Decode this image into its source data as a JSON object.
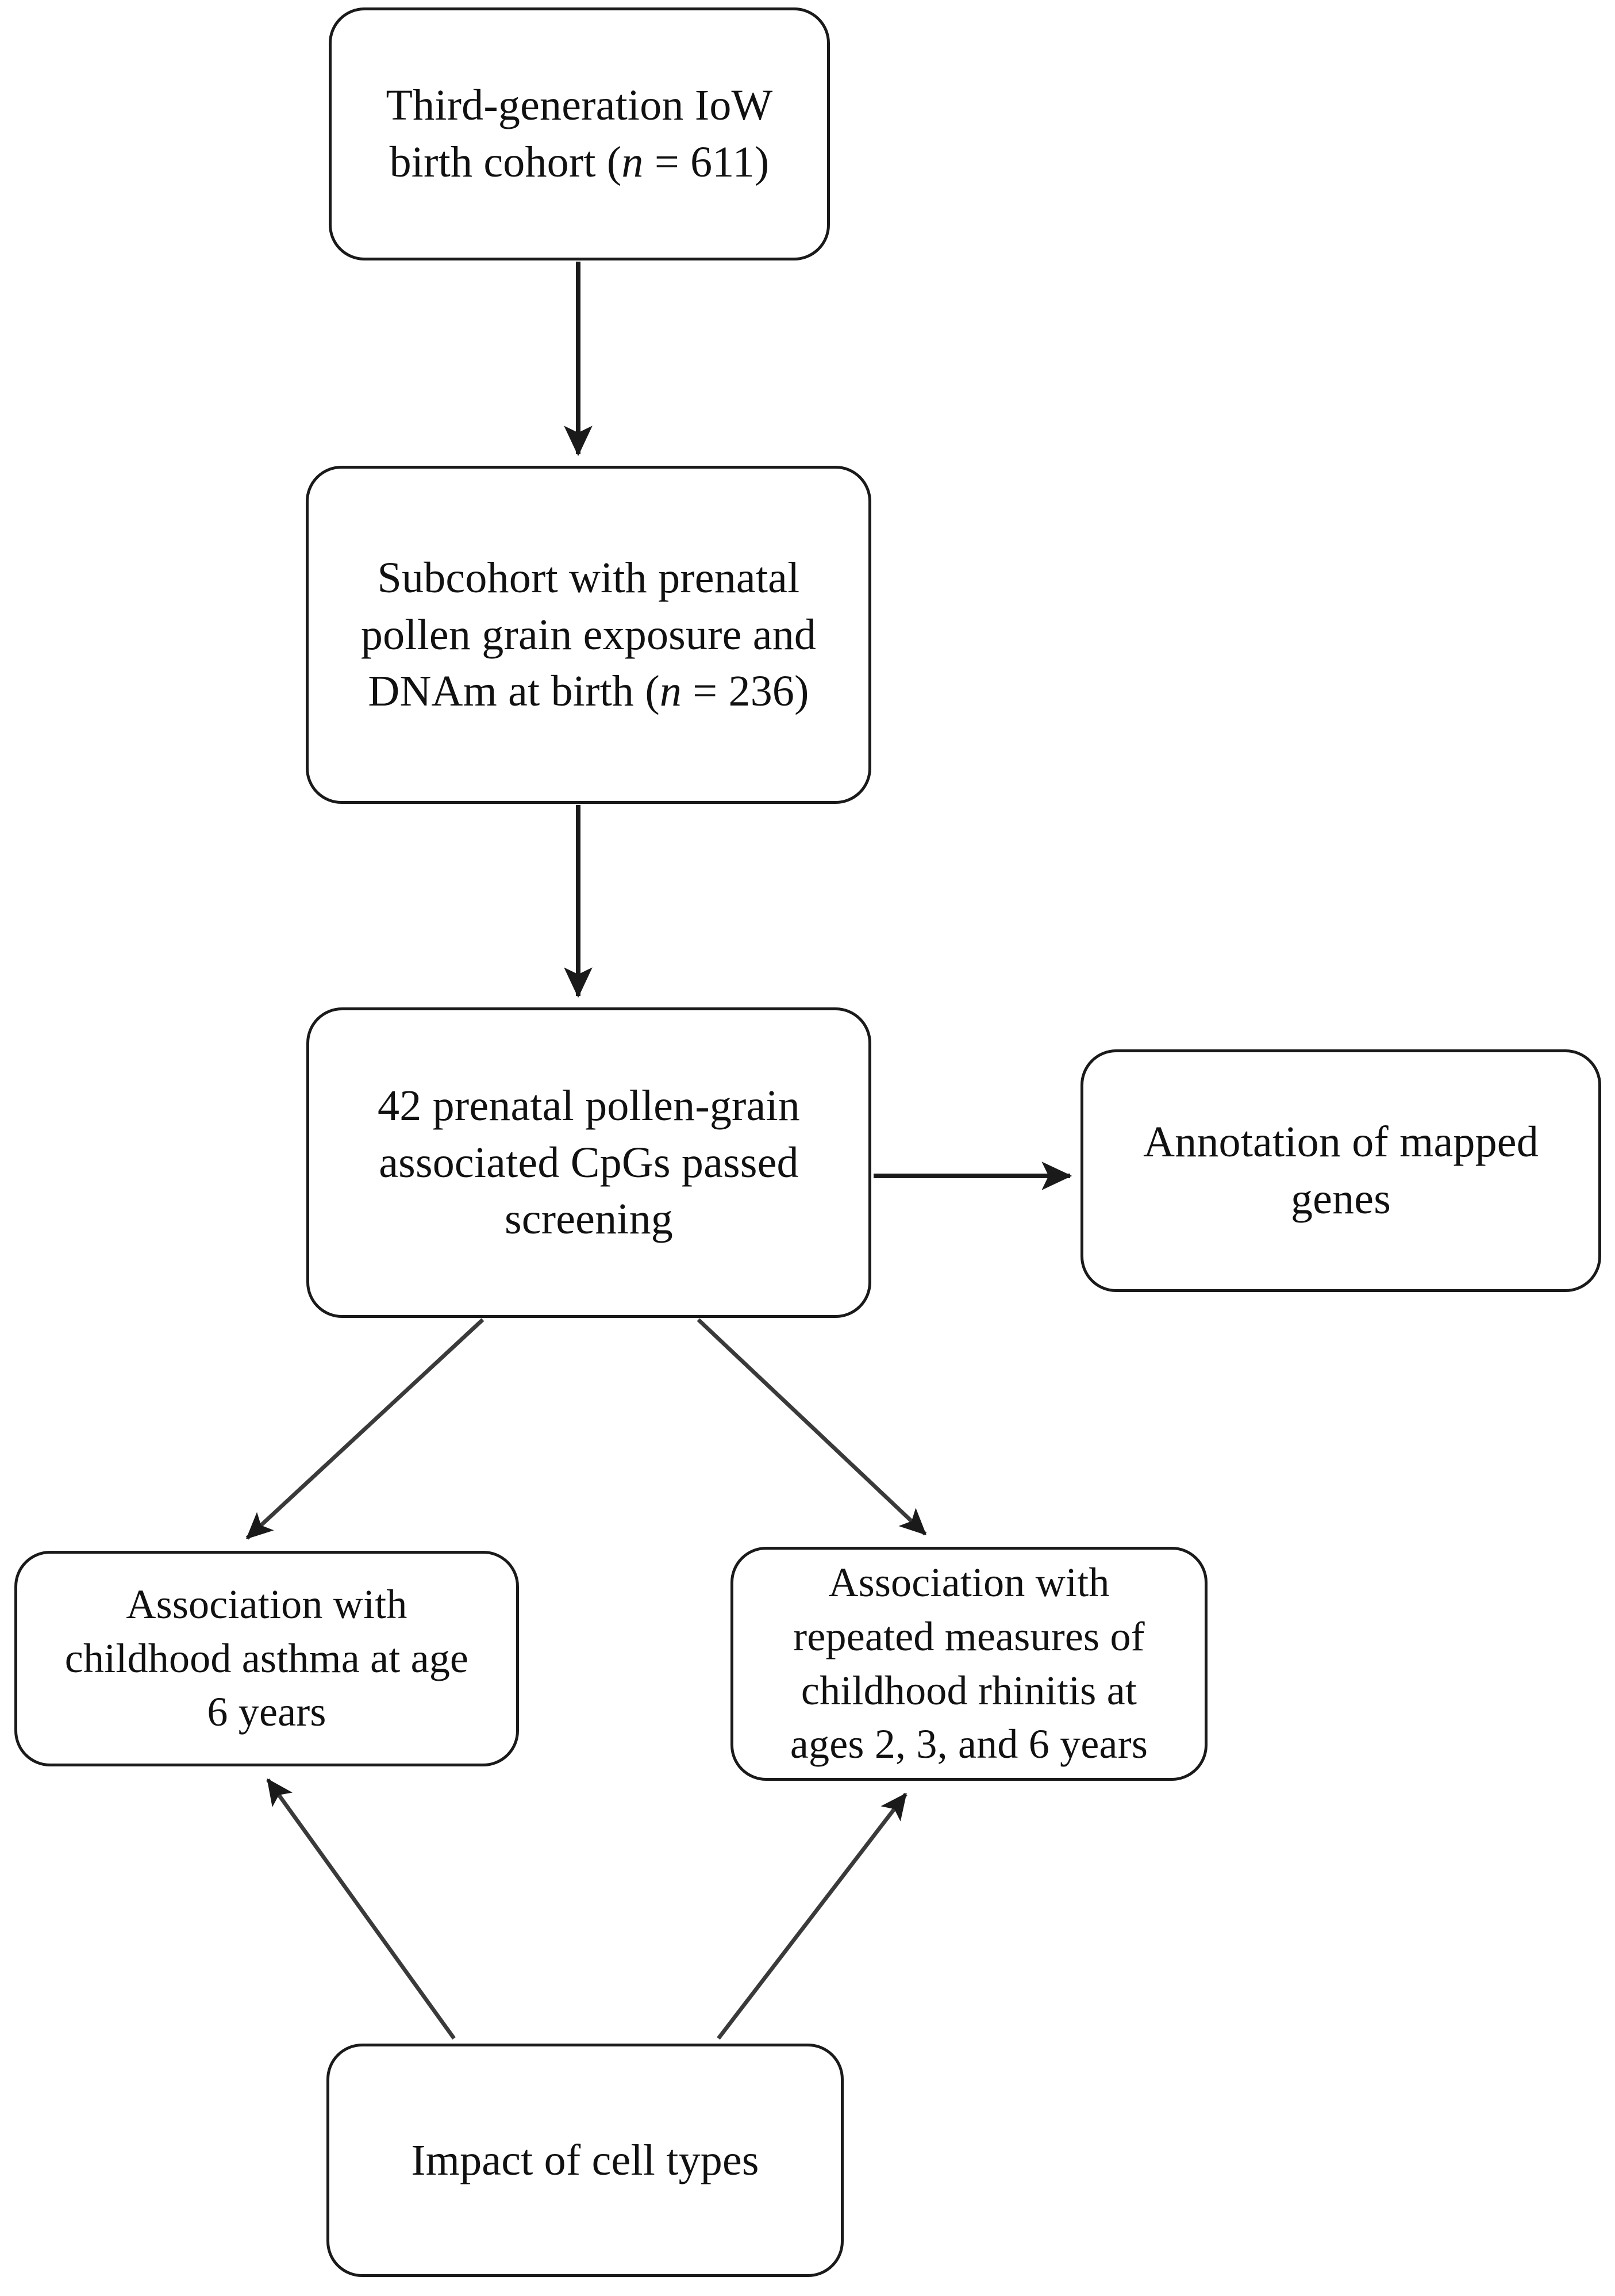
{
  "diagram": {
    "type": "flowchart",
    "title": "Study design flowchart of prenatal pollen-grain exposure, DNA methylation, and childhood allergic outcomes",
    "background_color": "#ffffff",
    "stroke_color": "#1a1a1a",
    "text_color": "#111111",
    "nodes": [
      {
        "id": "cohort",
        "name": "third-generation-cohort-node",
        "text": "Third-generation IoW\nbirth cohort (n = 611)",
        "sample_size": 611,
        "shape": "rounded-rectangle"
      },
      {
        "id": "subcohort",
        "name": "subcohort-node",
        "text": "Subcohort with prenatal\npollen grain exposure and\nDNAm at birth (n = 236)",
        "sample_size": 236,
        "shape": "rounded-rectangle"
      },
      {
        "id": "cpgs",
        "name": "screened-cpgs-node",
        "text": "42 prenatal pollen-grain\nassociated CpGs passed\nscreening",
        "cpg_count": 42,
        "shape": "rounded-rectangle"
      },
      {
        "id": "annotation",
        "name": "gene-annotation-node",
        "text": "Annotation of mapped\ngenes",
        "shape": "rounded-rectangle"
      },
      {
        "id": "asthma",
        "name": "asthma-association-node",
        "text": "Association with\nchildhood asthma at age\n6 years",
        "shape": "rounded-rectangle"
      },
      {
        "id": "rhinitis",
        "name": "rhinitis-association-node",
        "text": "Association with\nrepeated measures of\nchildhood rhinitis at\nages 2, 3, and 6 years",
        "shape": "rounded-rectangle"
      },
      {
        "id": "celltypes",
        "name": "cell-types-node",
        "text": "Impact of cell types",
        "shape": "rounded-rectangle"
      }
    ],
    "edges": [
      {
        "id": "e1",
        "from": "cohort",
        "to": "subcohort",
        "style": "straight-arrow",
        "direction": "down"
      },
      {
        "id": "e2",
        "from": "subcohort",
        "to": "cpgs",
        "style": "straight-arrow",
        "direction": "down"
      },
      {
        "id": "e3",
        "from": "cpgs",
        "to": "annotation",
        "style": "straight-arrow",
        "direction": "right"
      },
      {
        "id": "e4",
        "from": "cpgs",
        "to": "asthma",
        "style": "straight-arrow",
        "direction": "down-left"
      },
      {
        "id": "e5",
        "from": "cpgs",
        "to": "rhinitis",
        "style": "straight-arrow",
        "direction": "down-right"
      },
      {
        "id": "e6",
        "from": "celltypes",
        "to": "asthma",
        "style": "straight-arrow",
        "direction": "up-left"
      },
      {
        "id": "e7",
        "from": "celltypes",
        "to": "rhinitis",
        "style": "straight-arrow",
        "direction": "up-right"
      }
    ]
  }
}
